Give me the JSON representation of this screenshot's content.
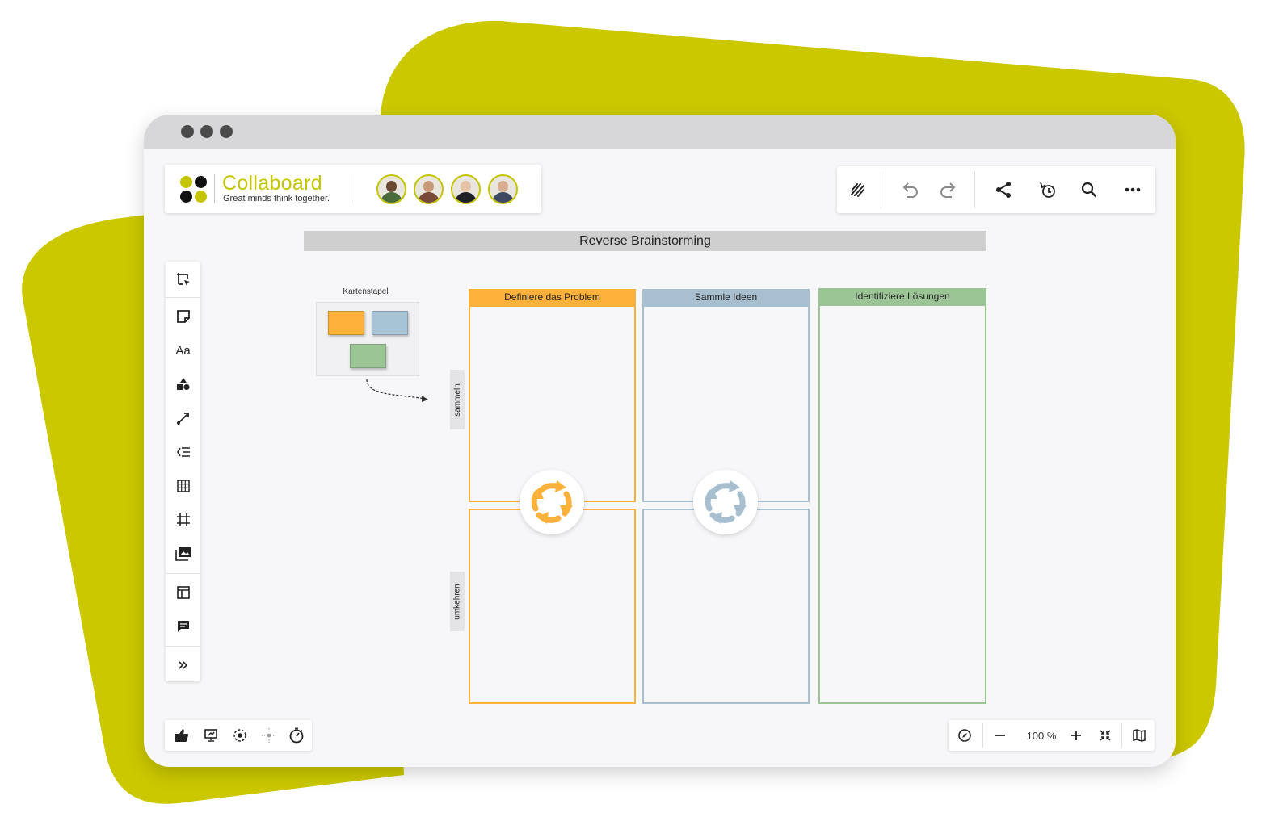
{
  "app": {
    "name": "Collaboard",
    "tagline": "Great minds think together.",
    "brand_color": "#c4c400"
  },
  "collaborators": [
    {
      "name": "user-1",
      "skin": "#6b4a34",
      "shirt": "#4a6b3a"
    },
    {
      "name": "user-2",
      "skin": "#c89a7a",
      "shirt": "#7a4a38"
    },
    {
      "name": "user-3",
      "skin": "#e4c3a6",
      "shirt": "#1f1f28"
    },
    {
      "name": "user-4",
      "skin": "#d6ad90",
      "shirt": "#3e4a62"
    }
  ],
  "top_toolbar": {
    "icons": [
      "auto-layout-icon",
      "undo-icon",
      "redo-icon",
      "share-icon",
      "history-icon",
      "search-icon",
      "more-icon"
    ]
  },
  "left_toolbar": {
    "icons": [
      "select-frame-icon",
      "sticky-note-icon",
      "text-icon",
      "shapes-icon",
      "connector-icon",
      "mindmap-icon",
      "table-icon",
      "frame-icon",
      "image-icon",
      "template-icon",
      "comment-icon",
      "expand-icon"
    ],
    "text_tool_label": "Aa"
  },
  "bottom_left": {
    "icons": [
      "vote-icon",
      "presentation-icon",
      "focus-icon",
      "follow-icon",
      "timer-icon"
    ]
  },
  "bottom_right": {
    "zoom": "100 %",
    "icons": [
      "navigator-icon",
      "zoom-out-icon",
      "zoom-in-icon",
      "fit-screen-icon",
      "minimap-icon"
    ]
  },
  "board": {
    "title": "Reverse Brainstorming",
    "deck_label": "Kartenstapel",
    "side_labels": [
      "sammeln",
      "umkehren"
    ],
    "columns": [
      {
        "title": "Definiere das Problem",
        "color": "#fbb13a"
      },
      {
        "title": "Sammle Ideen",
        "color": "#a7bfcf"
      },
      {
        "title": "Identifiziere Lösungen",
        "color": "#9cc596"
      }
    ],
    "card_colors": [
      "#fbb13a",
      "#a7c4d6",
      "#9cc596"
    ],
    "cycle_colors": [
      "#fbb13a",
      "#a7bfcf"
    ]
  }
}
